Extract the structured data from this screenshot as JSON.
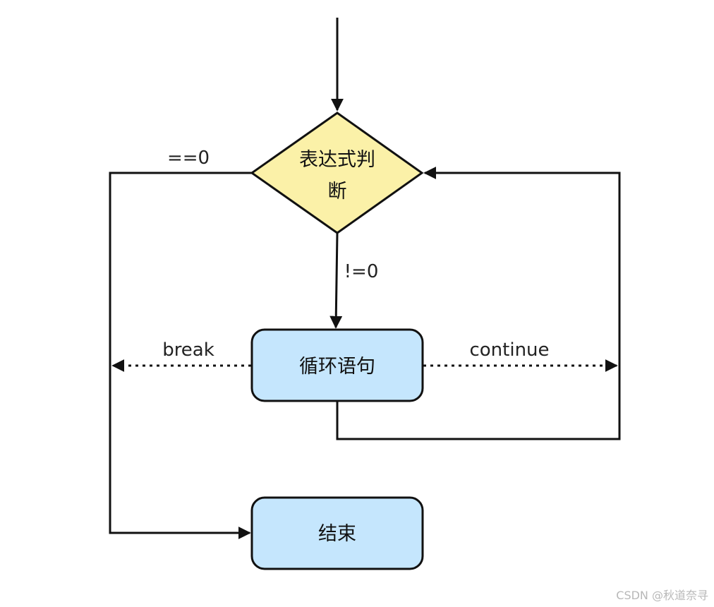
{
  "diagram": {
    "nodes": {
      "condition": {
        "line1": "表达式判",
        "line2": "断"
      },
      "loop_body": {
        "label": "循环语句"
      },
      "end": {
        "label": "结束"
      }
    },
    "edges": {
      "false_branch": {
        "label": "==0"
      },
      "true_branch": {
        "label": "!=0"
      },
      "break_branch": {
        "label": "break"
      },
      "continue_branch": {
        "label": "continue"
      }
    }
  },
  "colors": {
    "diamond_fill": "#fbf1a8",
    "box_fill": "#c5e6fd",
    "stroke": "#111111"
  },
  "watermark": {
    "text": "CSDN @秋道奈寻"
  }
}
